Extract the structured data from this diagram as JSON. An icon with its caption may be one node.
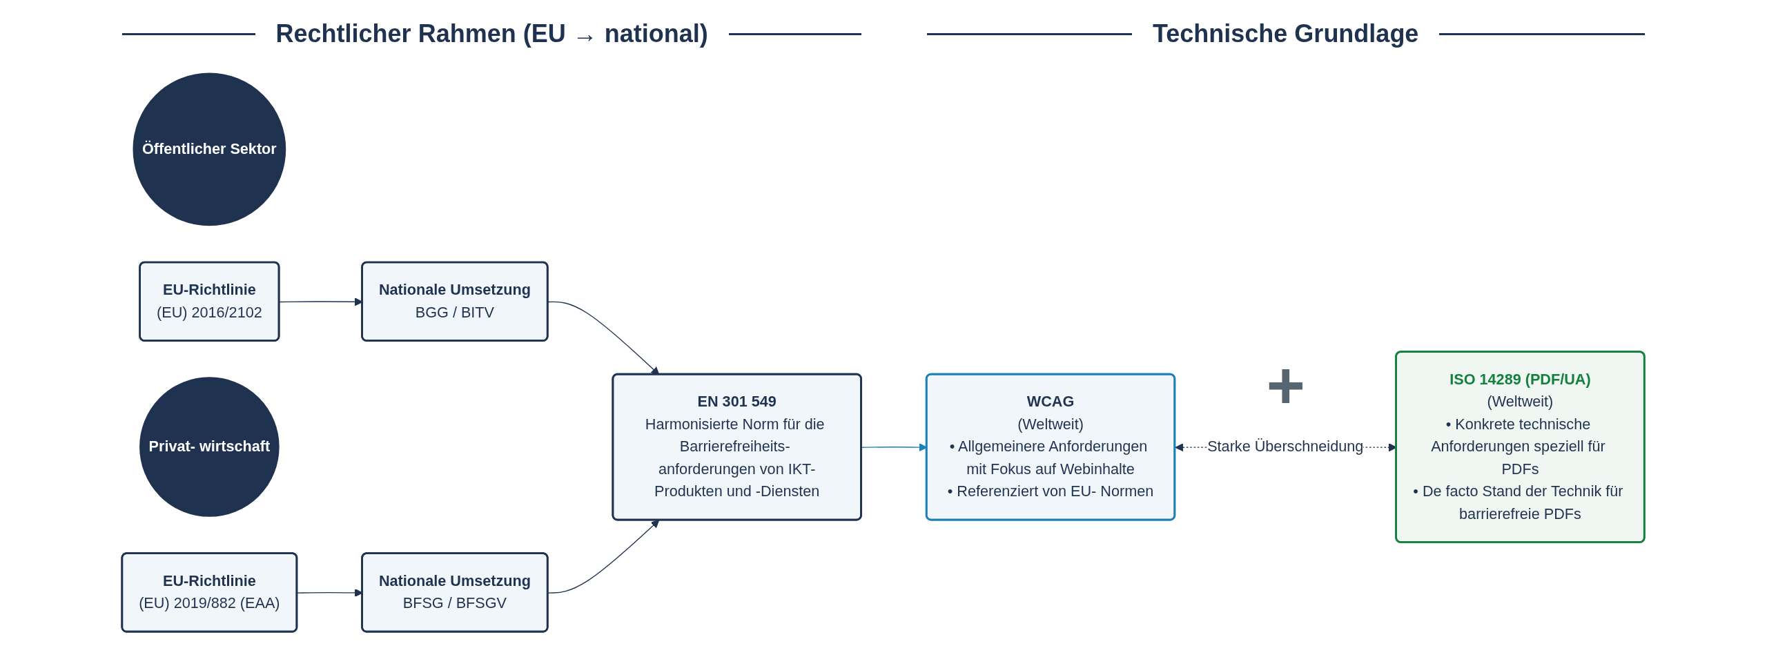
{
  "diagram": {
    "nodes": [
      {
        "text": [
          "Öffentlicher Sektor"
        ]
      },
      {
        "text": [
          "EU-Richtlinie",
          "(EU) 2016/2102"
        ]
      },
      {
        "text": [
          "Nationale Umsetzung",
          "BGG / BITV"
        ]
      },
      {
        "text": [
          "Privat- wirtschaft"
        ]
      },
      {
        "text": [
          "EU-Richtlinie",
          "(EU) 2019/882 (EAA)"
        ]
      },
      {
        "text": [
          "Nationale Umsetzung",
          "BFSG / BFSGV"
        ]
      },
      {
        "text": [
          "EN 301 549",
          "Harmonisierte Norm für die Barrierefreiheits- anforderungen von IKT-Produkten und -Diensten"
        ]
      },
      {
        "text": [
          "WCAG",
          "(Weltweit)",
          "• Allgemeinere Anforderungen mit Fokus auf Webinhalte",
          "• Referenziert von EU- Normen"
        ]
      },
      {
        "text": [
          "ISO 14289 (PDF/UA)",
          "(Weltweit)",
          "• Konkrete technische Anforderungen speziell für PDFs",
          "• De facto Stand der Technik für barrierefreie PDFs"
        ]
      }
    ],
    "edges": [
      {
        "from": 1,
        "to": 2,
        "arrow": "to"
      },
      {
        "from": 4,
        "to": 5,
        "arrow": "to"
      },
      {
        "from": 2,
        "to": 6,
        "arrow": "to"
      },
      {
        "from": 5,
        "to": 6,
        "arrow": "to"
      },
      {
        "from": 6,
        "to": 7,
        "arrow": "to",
        "color": "#1b7fb8"
      },
      {
        "from": 7,
        "to": 8,
        "arrow": "both",
        "style": "dashed",
        "label": "Starke Überschneidung"
      }
    ],
    "labels": [
      "Rechtlicher Rahmen (EU → national)",
      "Technische Grundlage",
      "+"
    ]
  }
}
